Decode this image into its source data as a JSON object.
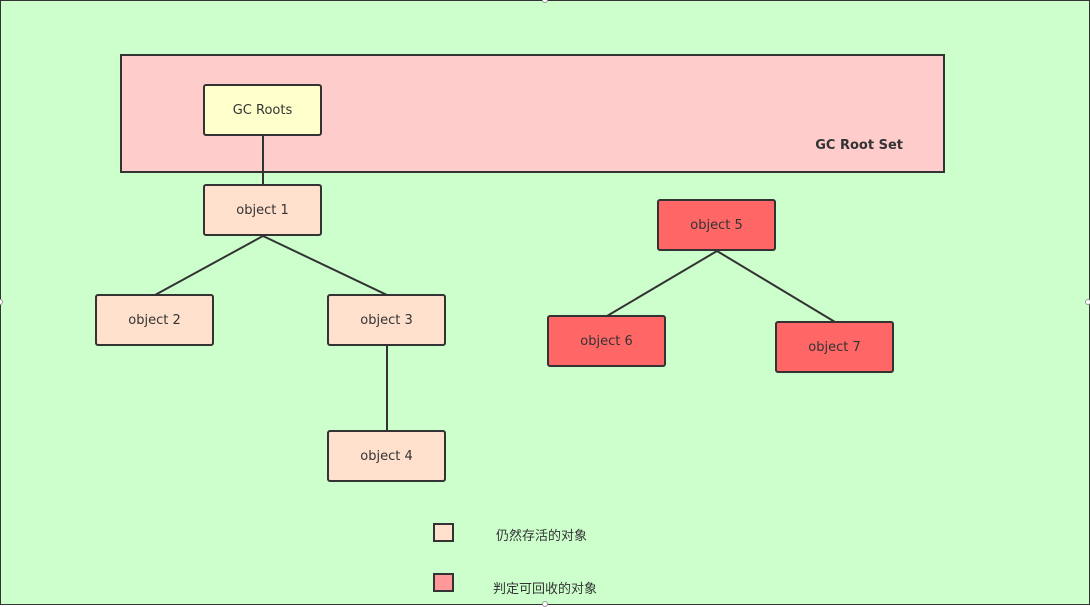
{
  "diagram": {
    "root_set_label": "GC Root Set",
    "nodes": {
      "gc_roots": "GC Roots",
      "object1": "object 1",
      "object2": "object 2",
      "object3": "object 3",
      "object4": "object 4",
      "object5": "object 5",
      "object6": "object 6",
      "object7": "object 7"
    },
    "edges": [
      [
        "gc_roots",
        "object1"
      ],
      [
        "object1",
        "object2"
      ],
      [
        "object1",
        "object3"
      ],
      [
        "object3",
        "object4"
      ],
      [
        "object5",
        "object6"
      ],
      [
        "object5",
        "object7"
      ]
    ],
    "legend": [
      {
        "label": "仍然存活的对象",
        "color": "#ffe0cc"
      },
      {
        "label": "判定可回收的对象",
        "color": "#ff9999"
      }
    ],
    "colors": {
      "background": "#ccffcc",
      "root_set": "#ffcccc",
      "root_node": "#ffffcc",
      "alive": "#ffe0cc",
      "dead": "#ff6666",
      "stroke": "#333333"
    }
  }
}
